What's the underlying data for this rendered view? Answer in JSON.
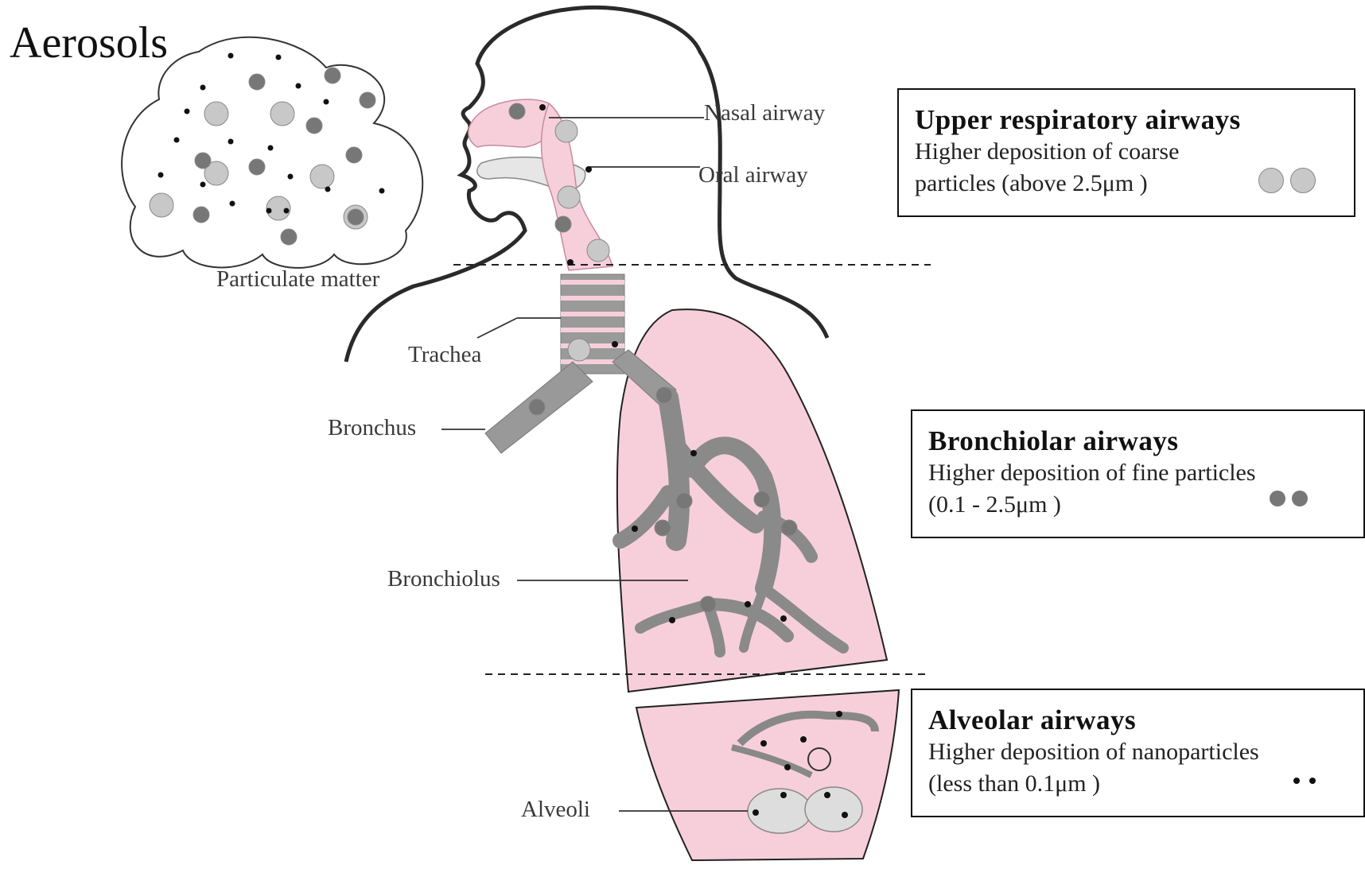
{
  "title": "Aerosols",
  "cloud_label": "Particulate matter",
  "anatomy_labels": {
    "nasal": "Nasal airway",
    "oral": "Oral airway",
    "trachea": "Trachea",
    "bronchus": "Bronchus",
    "bronchiolus": "Bronchiolus",
    "alveoli": "Alveoli"
  },
  "regions": [
    {
      "heading": "Upper respiratory airways",
      "line1": "Higher deposition of coarse",
      "line2": "particles (above 2.5μm )",
      "particle": "coarse"
    },
    {
      "heading": "Bronchiolar airways",
      "line1": "Higher deposition of fine particles",
      "line2": "(0.1 - 2.5μm )",
      "particle": "fine"
    },
    {
      "heading": "Alveolar airways",
      "line1": "Higher deposition of nanoparticles",
      "line2": "(less than 0.1μm )",
      "particle": "nano"
    }
  ],
  "colors": {
    "tissue_pink": "#f7cfdb",
    "airway_gray": "#8a8a8a",
    "coarse_particle": "#c8c8c8",
    "fine_particle": "#777777",
    "nano_particle": "#111111"
  }
}
